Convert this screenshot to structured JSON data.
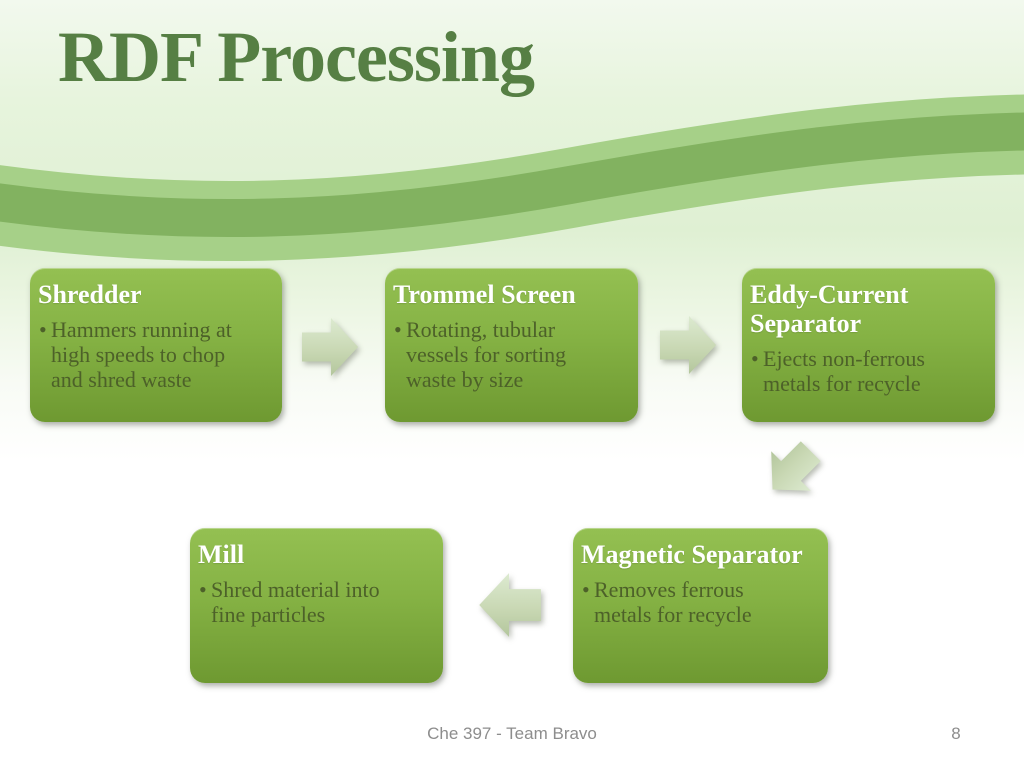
{
  "slide": {
    "title": "RDF Processing",
    "footer_text": "Che 397 - Team Bravo",
    "page_number": "8"
  },
  "boxes": [
    {
      "heading": "Shredder",
      "bullet": "Hammers running at\nhigh speeds to chop\nand shred waste"
    },
    {
      "heading": "Trommel Screen",
      "bullet": "Rotating, tubular\nvessels for sorting\nwaste by size"
    },
    {
      "heading": "Eddy-Current\nSeparator",
      "bullet": "Ejects non-ferrous\nmetals for recycle"
    },
    {
      "heading": "Magnetic Separator",
      "bullet": "Removes ferrous\nmetals for recycle"
    },
    {
      "heading": "Mill",
      "bullet": "Shred material into\nfine particles"
    }
  ],
  "arrows": [
    {
      "name": "shredder-to-trommel",
      "direction": "right"
    },
    {
      "name": "trommel-to-eddy",
      "direction": "right"
    },
    {
      "name": "eddy-to-magnetic",
      "direction": "down-left"
    },
    {
      "name": "magnetic-to-mill",
      "direction": "left"
    }
  ],
  "colors": {
    "title_green": "#567f44",
    "box_gradient_top": "#94c052",
    "box_gradient_bottom": "#6e9931",
    "box_heading_text": "#ffffff",
    "box_body_text": "#4d6129",
    "wave_light": "#a6d088",
    "wave_dark": "#82b260",
    "arrow_gradient_top": "#dcead0",
    "arrow_gradient_bottom": "#b3c69c",
    "footer_gray": "#8d8d8d"
  }
}
